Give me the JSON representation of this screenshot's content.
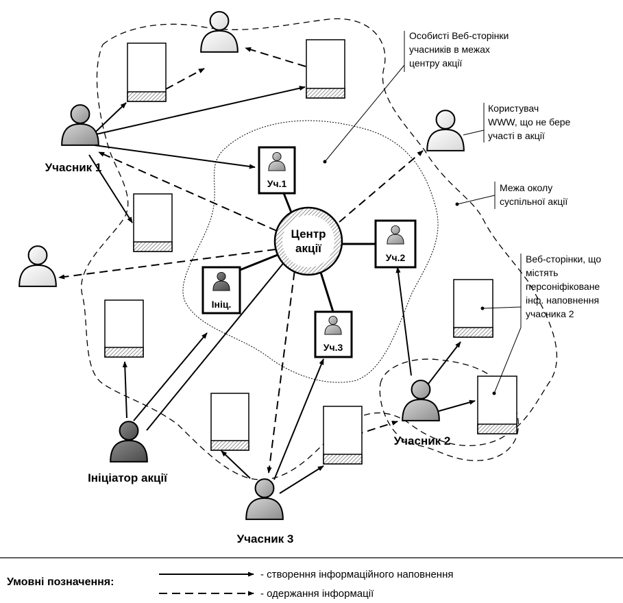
{
  "center": {
    "line1": "Центр",
    "line2": "акції"
  },
  "boxes": {
    "uch1": "Уч.1",
    "uch2": "Уч.2",
    "uch3": "Уч.3",
    "init": "Ініц."
  },
  "actors": {
    "participant1": "Учасник 1",
    "participant2": "Учасник 2",
    "participant3": "Учасник 3",
    "initiator": "Ініціатор акції"
  },
  "callouts": {
    "personal_pages": [
      "Особисті Веб-сторінки",
      "учасників в межах",
      "центру акції"
    ],
    "www_user": [
      "Користувач",
      "WWW, що не бере",
      "участі в акції"
    ],
    "boundary": [
      "Межа околу",
      "суспільної акції"
    ],
    "personified_pages": [
      "Веб-сторінки, що",
      "містять",
      "персоніфіковане",
      "інф. наповнення",
      "учасника 2"
    ]
  },
  "legend": {
    "title": "Умовні позначення:",
    "solid": "- створення інформаційного наповнення",
    "dashed": "- одержання інформації"
  }
}
